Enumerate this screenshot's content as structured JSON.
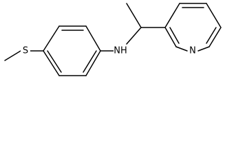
{
  "molecule": {
    "atoms": {
      "sulfur": "S",
      "amine": "NH",
      "pyridine_nitrogen": "N"
    }
  },
  "colors": {
    "bond": "#000000",
    "label": "#000000",
    "background": "#ffffff"
  }
}
